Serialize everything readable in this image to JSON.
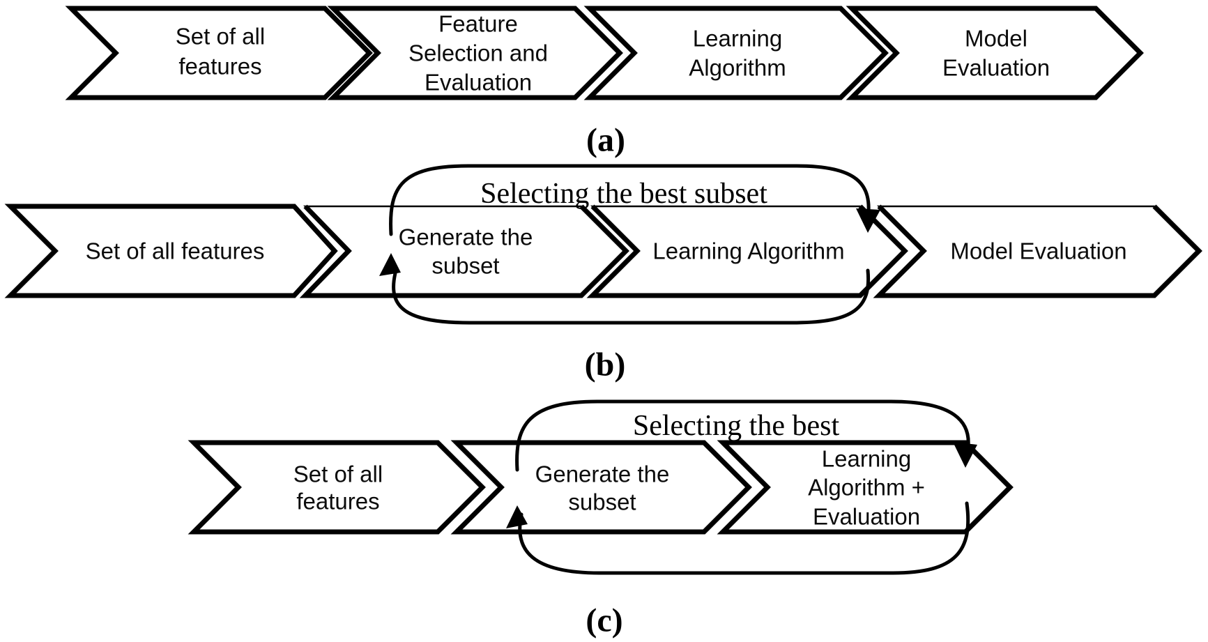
{
  "figure": {
    "background": "#ffffff",
    "ink": "#000000"
  },
  "rows": {
    "a": {
      "caption": "(a)",
      "steps": [
        {
          "lines": [
            "Set of all",
            "features"
          ]
        },
        {
          "lines": [
            "Feature",
            "Selection and",
            "Evaluation"
          ]
        },
        {
          "lines": [
            "Learning",
            "Algorithm"
          ]
        },
        {
          "lines": [
            "Model",
            "Evaluation"
          ]
        }
      ]
    },
    "b": {
      "caption": "(b)",
      "loop_label": "Selecting the best subset",
      "steps": [
        {
          "lines": [
            "Set of all features"
          ]
        },
        {
          "lines": [
            "Generate the",
            "subset"
          ]
        },
        {
          "lines": [
            "Learning Algorithm"
          ]
        },
        {
          "lines": [
            "Model Evaluation"
          ]
        }
      ]
    },
    "c": {
      "caption": "(c)",
      "loop_label": "Selecting the best",
      "steps": [
        {
          "lines": [
            "Set of all",
            "features"
          ]
        },
        {
          "lines": [
            "Generate the",
            "subset"
          ]
        },
        {
          "lines": [
            "Learning",
            "Algorithm +",
            "Evaluation"
          ]
        }
      ]
    }
  }
}
